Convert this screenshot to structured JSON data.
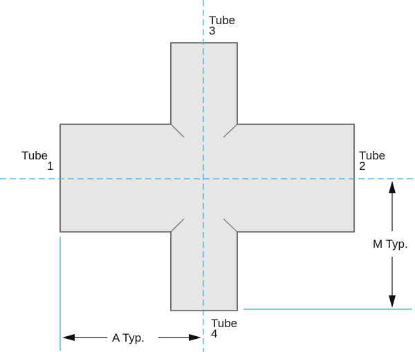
{
  "colors": {
    "body_fill": "#e6e6e6",
    "outline": "#555555",
    "centerline": "#3ab0d8",
    "dimension": "#111111"
  },
  "tubes": [
    {
      "label": "Tube",
      "number": "1"
    },
    {
      "label": "Tube",
      "number": "2"
    },
    {
      "label": "Tube",
      "number": "3"
    },
    {
      "label": "Tube",
      "number": "4"
    }
  ],
  "dimensions": {
    "a": "A Typ.",
    "m": "M Typ."
  }
}
